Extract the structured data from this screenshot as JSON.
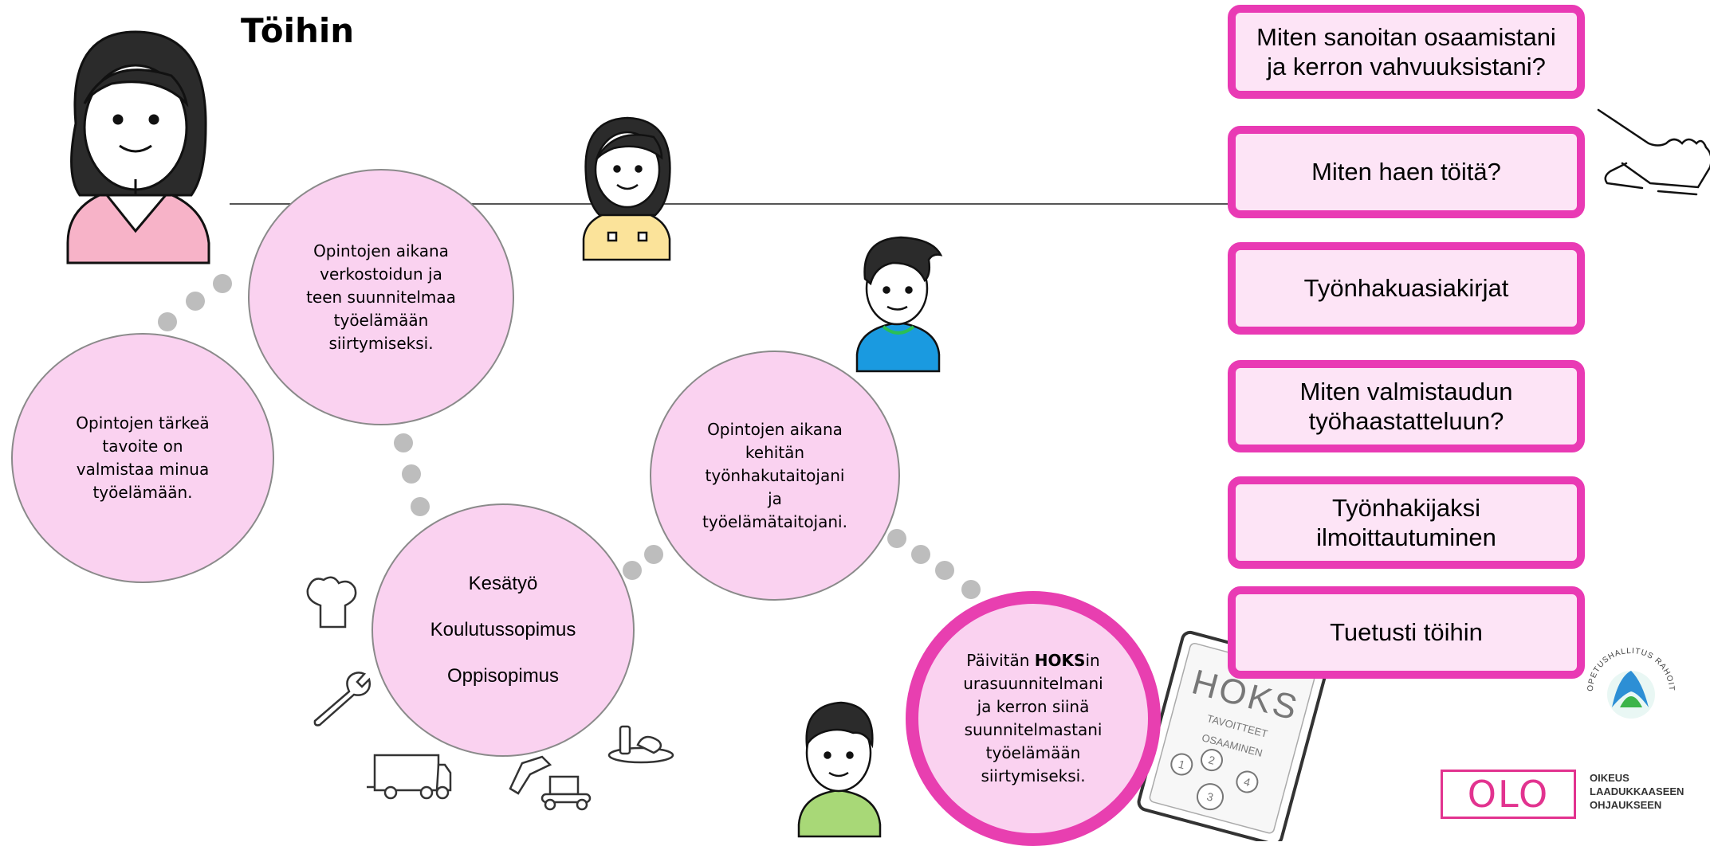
{
  "title": "Töihin",
  "circles": {
    "goal": [
      "Opintojen  tärkeä",
      "tavoite on",
      "valmistaa minua",
      "työelämään."
    ],
    "network": [
      "Opintojen aikana",
      "verkostoidun ja",
      "teen suunnitelmaa",
      "työelämään",
      "siirtymiseksi."
    ],
    "contracts": [
      "Kesätyö",
      "Koulutussopimus",
      "Oppisopimus"
    ],
    "skills": [
      "Opintojen aikana",
      "kehitän",
      "työnhakutaitojani",
      "ja",
      "työelämätaitojani."
    ],
    "hoks": {
      "line1_pre": "Päivitän ",
      "line1_bold": "HOKS",
      "line1_post": "in",
      "rest": [
        "urasuunnitelmani",
        "ja kerron siinä",
        "suunnitelmastani",
        "työelämään",
        "siirtymiseksi."
      ]
    }
  },
  "buttons": [
    [
      "Miten sanoitan osaamistani",
      "ja kerron vahvuuksistani?"
    ],
    [
      "Miten haen töitä?"
    ],
    [
      "Työnhakuasiakirjat"
    ],
    [
      "Miten valmistaudun",
      "työhaastatteluun?"
    ],
    [
      "Työnhakijaksi",
      "ilmoittautuminen"
    ],
    [
      "Tuetusti töihin"
    ]
  ],
  "hoks_book": {
    "title": "HOKS",
    "subtitle_1": "TAVOITTEET",
    "subtitle_2": "OSAAMINEN",
    "steps": [
      "1",
      "2",
      "3",
      "4"
    ]
  },
  "badge_text": "OPETUSHALLITUS RAHOITTAA HANKETTA",
  "logo": {
    "mark": "OLO",
    "text": [
      "OIKEUS",
      "LAADUKKAASEEN",
      "OHJAUKSEEN"
    ]
  },
  "colors": {
    "circle_fill": "#fad2f0",
    "accent_pink": "#e93ab4",
    "button_fill": "#fde4f6",
    "dots": "#bdbdbd"
  }
}
